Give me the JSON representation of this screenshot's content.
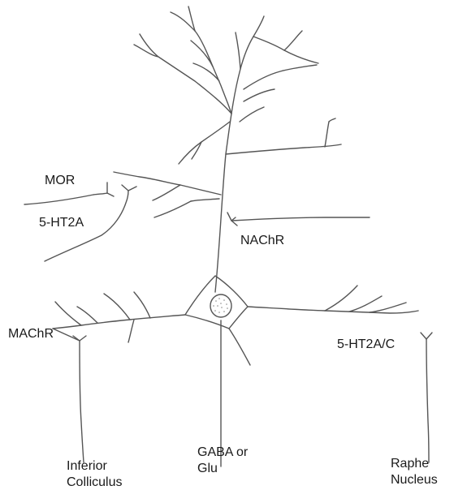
{
  "labels": {
    "mor": "MOR",
    "ht2a": "5-HT2A",
    "nachr": "NAChR",
    "machr": "MAChR",
    "ht2ac": "5-HT2A/C",
    "inferior_colliculus_line1": "Inferior",
    "inferior_colliculus_line2": "Colliculus",
    "gaba_glu_line1": "GABA or",
    "gaba_glu_line2": "Glu",
    "raphe_line1": "Raphe",
    "raphe_line2": "Nucleus"
  },
  "colors": {
    "line": "#555555",
    "text": "#1a1a1a",
    "background": "#ffffff"
  }
}
